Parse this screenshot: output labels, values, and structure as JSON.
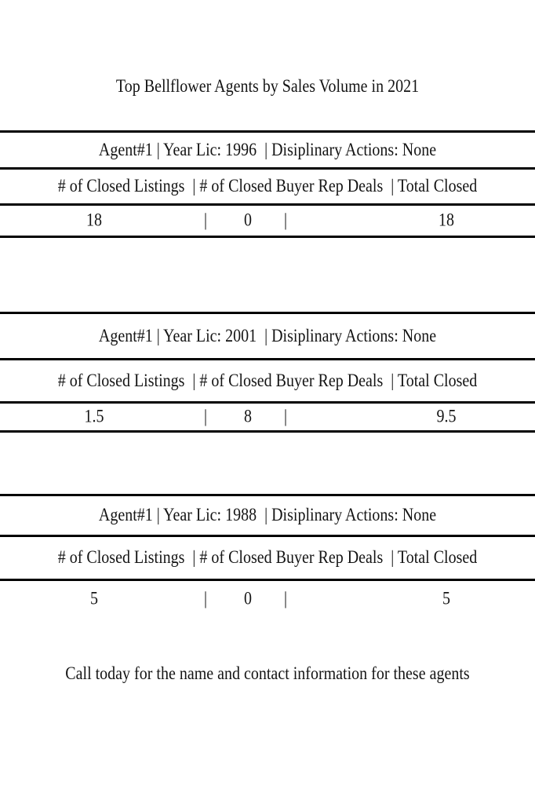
{
  "document": {
    "title": "Top Bellflower Agents by Sales Volume in 2021",
    "footer_note": "Call today for the name and contact information for these agents",
    "column_separator": "|"
  },
  "colors": {
    "background": "#ffffff",
    "text": "#141414",
    "rule": "#000000"
  },
  "sections": [
    {
      "agent": "Agent#1",
      "year_licensed": "1996",
      "disciplinary_actions": "None",
      "agent_line": "Agent#1 | Year Lic: 1996  | Disiplinary Actions: None",
      "columns_line": "# of Closed Listings  | # of Closed Buyer Rep Deals  | Total Closed",
      "values": [
        "18",
        "0",
        "18"
      ]
    },
    {
      "agent": "Agent#1",
      "year_licensed": "2001",
      "disciplinary_actions": "None",
      "agent_line": "Agent#1 | Year Lic: 2001  | Disiplinary Actions: None",
      "columns_line": "# of Closed Listings  | # of Closed Buyer Rep Deals  | Total Closed",
      "values": [
        "1.5",
        "8",
        "9.5"
      ]
    },
    {
      "agent": "Agent#1",
      "year_licensed": "1988",
      "disciplinary_actions": "None",
      "agent_line": "Agent#1 | Year Lic: 1988  | Disiplinary Actions: None",
      "columns_line": "# of Closed Listings  | # of Closed Buyer Rep Deals  | Total Closed",
      "values": [
        "5",
        "0",
        "5"
      ]
    }
  ]
}
